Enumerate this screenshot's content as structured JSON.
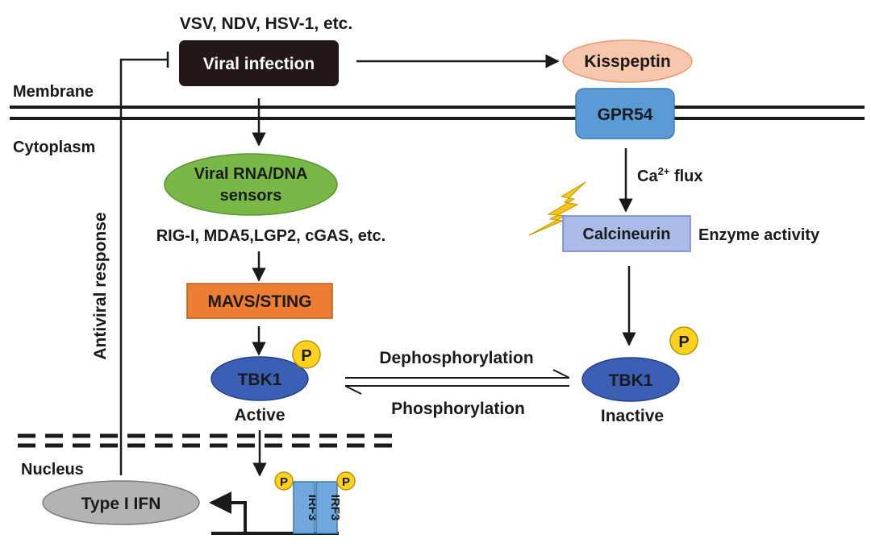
{
  "top_label": "VSV,  NDV, HSV-1, etc.",
  "viral_infection": "Viral infection",
  "kisspeptin": "Kisspeptin",
  "gpr54": "GPR54",
  "membrane": "Membrane",
  "cytoplasm": "Cytoplasm",
  "nucleus": "Nucleus",
  "sensors_line1": "Viral RNA/DNA",
  "sensors_line2": "sensors",
  "sensors_examples": "RIG-I, MDA5,LGP2, cGAS, etc.",
  "mavs_sting": "MAVS/STING",
  "tbk1_left": "TBK1",
  "tbk1_right": "TBK1",
  "active": "Active",
  "inactive": "Inactive",
  "dephosphorylation": "Dephosphorylation",
  "phosphorylation": "Phosphorylation",
  "ca_flux_prefix": "Ca",
  "ca_flux_sup": "2+",
  "ca_flux_suffix": " flux",
  "calcineurin": "Calcineurin",
  "enzyme_activity": "Enzyme activity",
  "antiviral_response": "Antiviral response",
  "type_i_ifn": "Type I IFN",
  "irf3": "IRF3",
  "phospho_mark": "P",
  "colors": {
    "viral_box": "#231815",
    "kisspeptin": "#f7c7ad",
    "gpr54": "#5b9bd5",
    "sensors": "#77b847",
    "mavs": "#ed7d31",
    "tbk1": "#3b5fb5",
    "calcineurin": "#a9bbe6",
    "type_ifn": "#b3b3b3",
    "irf3": "#6fa8dc",
    "phospho": "#ffd21f",
    "lightning": "#f5c518"
  }
}
